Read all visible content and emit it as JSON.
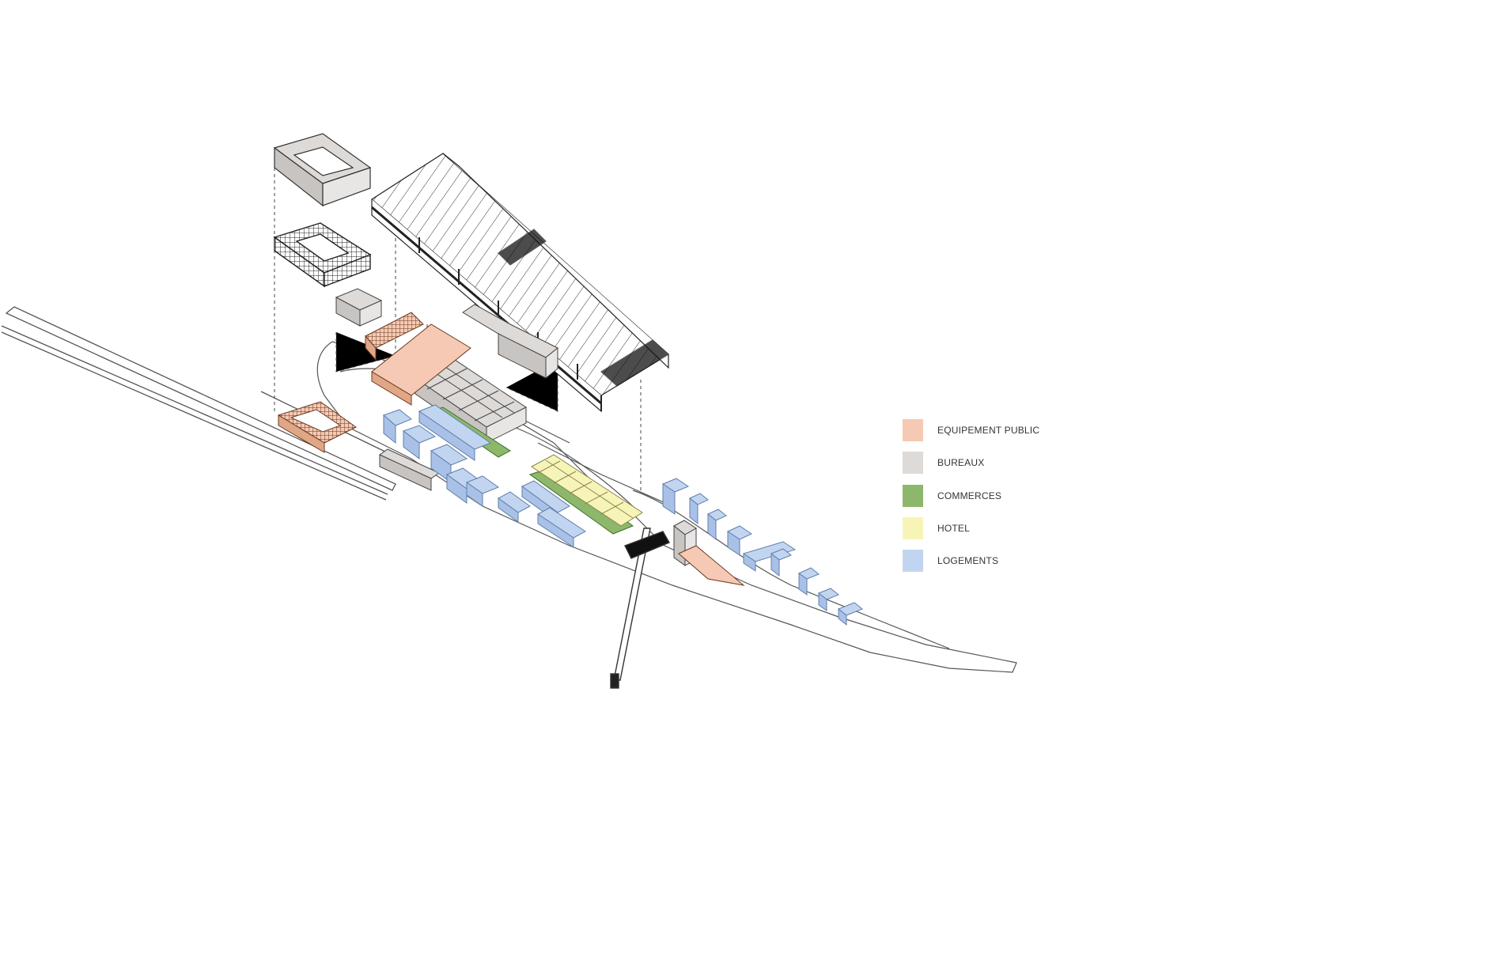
{
  "legend": {
    "items": [
      {
        "label": "EQUIPEMENT PUBLIC",
        "color": "#f5c9b3"
      },
      {
        "label": "BUREAUX",
        "color": "#dddad8"
      },
      {
        "label": "COMMERCES",
        "color": "#8db86b"
      },
      {
        "label": "HOTEL",
        "color": "#f7f4b8"
      },
      {
        "label": "LOGEMENTS",
        "color": "#c2d5f0"
      }
    ]
  },
  "colors": {
    "equipement": "#f5c9b3",
    "equipement_dark": "#e0a787",
    "bureaux": "#dddad8",
    "bureaux_dark": "#c8c4c1",
    "commerces": "#8db86b",
    "hotel": "#f7f4b8",
    "logements": "#c2d5f0",
    "logements_dark": "#a9c1e6",
    "line": "#444444"
  }
}
